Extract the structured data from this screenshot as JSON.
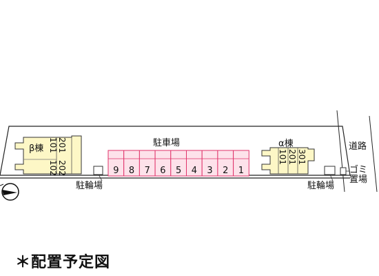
{
  "labels": {
    "parking_lot": "駐車場",
    "bike_parking_left": "駐輪場",
    "bike_parking_right": "駐輪場",
    "road": "道路",
    "garbage_line1": "ゴミ",
    "garbage_line2": "置場"
  },
  "buildings": {
    "beta": {
      "name": "β棟",
      "rooms_top": [
        "202",
        "201"
      ],
      "rooms_bottom": [
        "102",
        "101"
      ]
    },
    "alpha": {
      "name": "α棟",
      "rooms": [
        "301",
        "201",
        "101"
      ]
    }
  },
  "parking_spaces": [
    "9",
    "8",
    "7",
    "6",
    "5",
    "4",
    "3",
    "2",
    "1"
  ],
  "caption": "＊配置予定図",
  "colors": {
    "building_fill": "#fdf7c6",
    "parking_fill": "#fde2ea",
    "parking_stroke": "#e0326a",
    "line": "#222222"
  },
  "icons": [
    "north-arrow-icon"
  ]
}
